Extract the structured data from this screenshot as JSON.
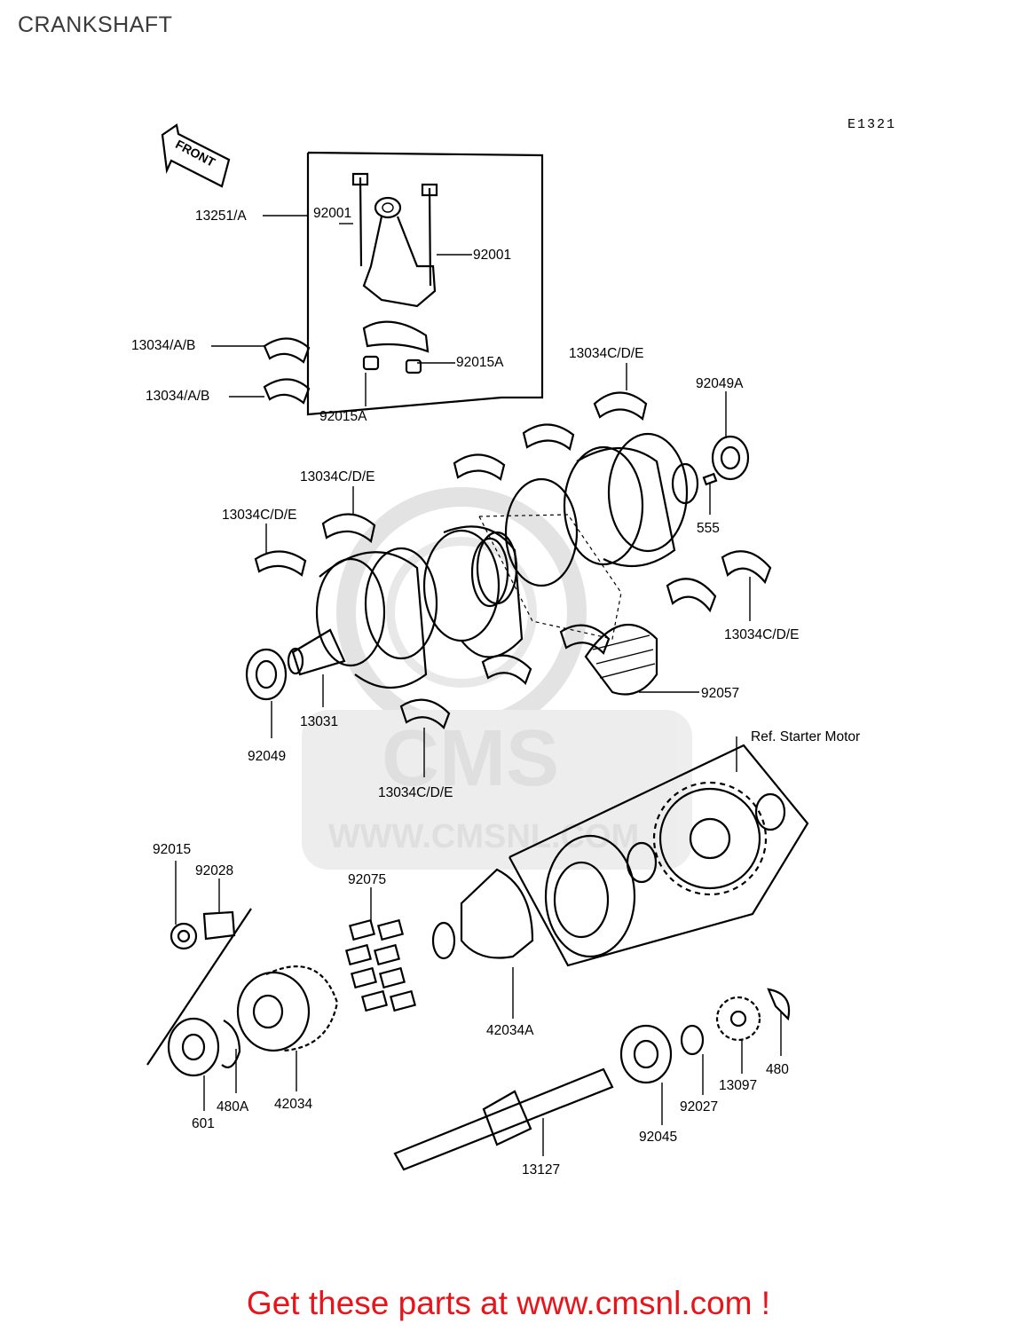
{
  "page": {
    "title": "CRANKSHAFT",
    "diagram_code": "E1321"
  },
  "watermark": {
    "brand": "CMS",
    "site": "WWW.CMSNL.COM"
  },
  "front_arrow_label": "FRONT",
  "labels": {
    "l_13251A": "13251/A",
    "l_92001_a": "92001",
    "l_92001_b": "92001",
    "l_13034AB_1": "13034/A/B",
    "l_13034AB_2": "13034/A/B",
    "l_92015A_a": "92015A",
    "l_92015A_b": "92015A",
    "l_13034CDE_top": "13034C/D/E",
    "l_92049A": "92049A",
    "l_13034CDE_mid": "13034C/D/E",
    "l_13034CDE_left": "13034C/D/E",
    "l_555": "555",
    "l_13034CDE_right": "13034C/D/E",
    "l_92057": "92057",
    "l_13031": "13031",
    "l_92049": "92049",
    "l_13034CDE_bottom": "13034C/D/E",
    "l_ref_starter": "Ref. Starter Motor",
    "l_92015": "92015",
    "l_92028": "92028",
    "l_92075": "92075",
    "l_42034A": "42034A",
    "l_480": "480",
    "l_13097": "13097",
    "l_92027": "92027",
    "l_92045": "92045",
    "l_601": "601",
    "l_480A": "480A",
    "l_42034": "42034",
    "l_13127": "13127"
  },
  "footer": {
    "cta": "Get these parts at www.cmsnl.com !"
  }
}
